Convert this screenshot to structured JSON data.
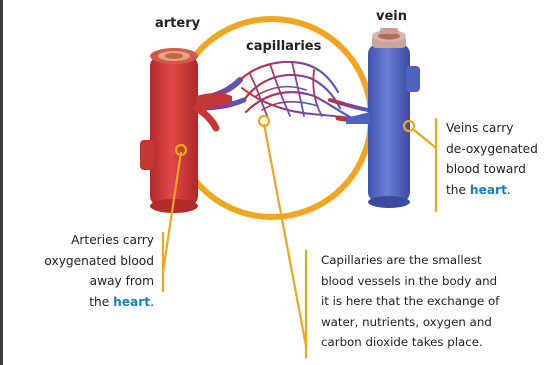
{
  "labels": {
    "artery": "artery",
    "capillaries": "capillaries",
    "vein": "vein"
  },
  "descriptions": {
    "arteries": {
      "lines": [
        "Arteries carry",
        "oxygenated blood",
        "away from"
      ],
      "last_prefix": "the ",
      "keyword": "heart",
      "last_suffix": "."
    },
    "veins": {
      "lines": [
        "Veins carry",
        "de-oxygenated",
        "blood toward"
      ],
      "last_prefix": "the ",
      "keyword": "heart",
      "last_suffix": "."
    },
    "capillaries": {
      "lines": [
        "Capillaries are the smallest",
        "blood vessels in the body and",
        "it is here that the exchange of",
        "water, nutrients, oxygen and",
        "carbon dioxide takes place."
      ]
    }
  },
  "colors": {
    "ring": "#f2a51f",
    "artery": "#d93b3b",
    "artery_dark": "#a82424",
    "vein": "#5468c6",
    "vein_dark": "#35459a",
    "keyword": "#1a7dc4"
  }
}
